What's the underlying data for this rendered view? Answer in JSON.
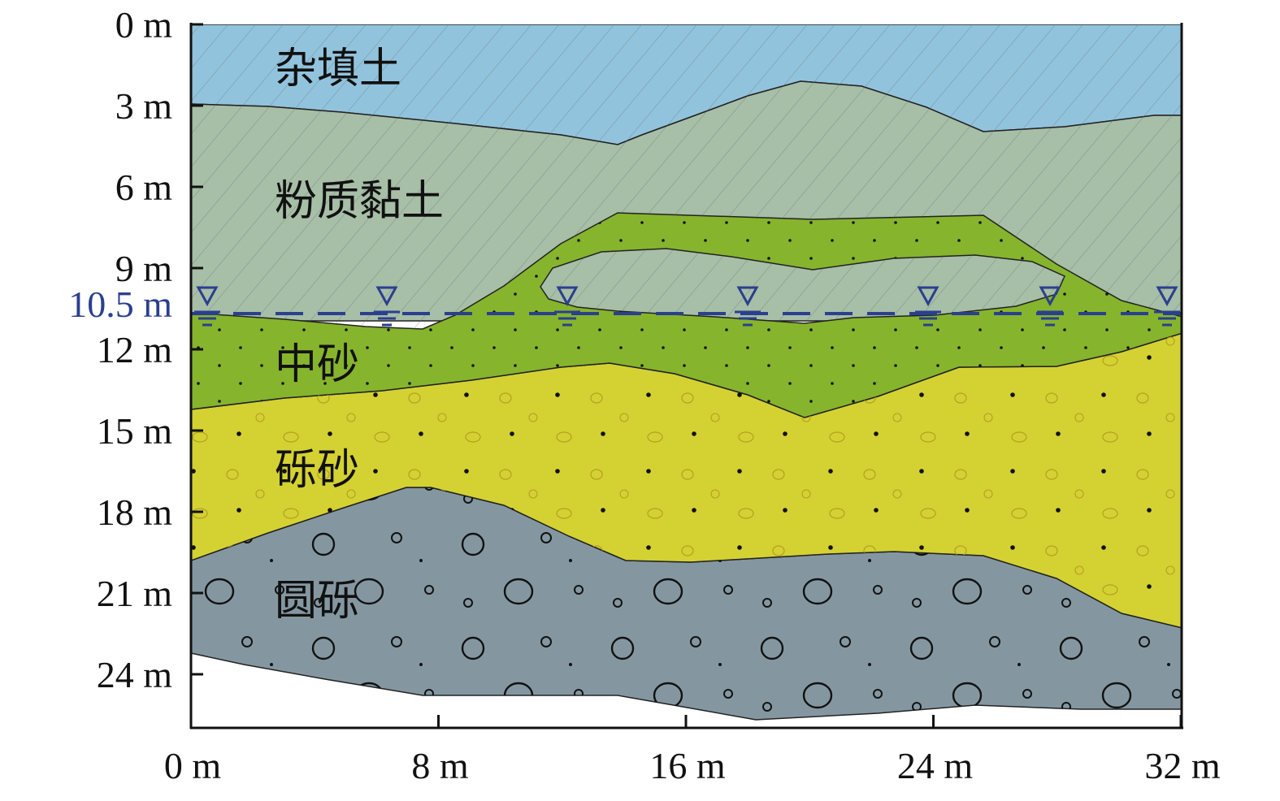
{
  "y_axis": {
    "ticks": [
      "0 m",
      "3 m",
      "6 m",
      "9 m",
      "12 m",
      "15 m",
      "18 m",
      "21 m",
      "24 m"
    ]
  },
  "x_axis": {
    "ticks": [
      "0 m",
      "8 m",
      "16 m",
      "24 m",
      "32 m"
    ]
  },
  "water_table": {
    "label": "10.5 m",
    "color": "#2b3f8f"
  },
  "layers": [
    {
      "key": "fill",
      "label": "杂填土",
      "color": "#92c3dd"
    },
    {
      "key": "silty_clay",
      "label": "粉质黏土",
      "color": "#a7bea7"
    },
    {
      "key": "medium_sand",
      "label": "中砂",
      "color": "#86b42d"
    },
    {
      "key": "gravel_sand",
      "label": "砾砂",
      "color": "#d4d133"
    },
    {
      "key": "round_gravel",
      "label": "圆砾",
      "color": "#8497a1"
    }
  ]
}
